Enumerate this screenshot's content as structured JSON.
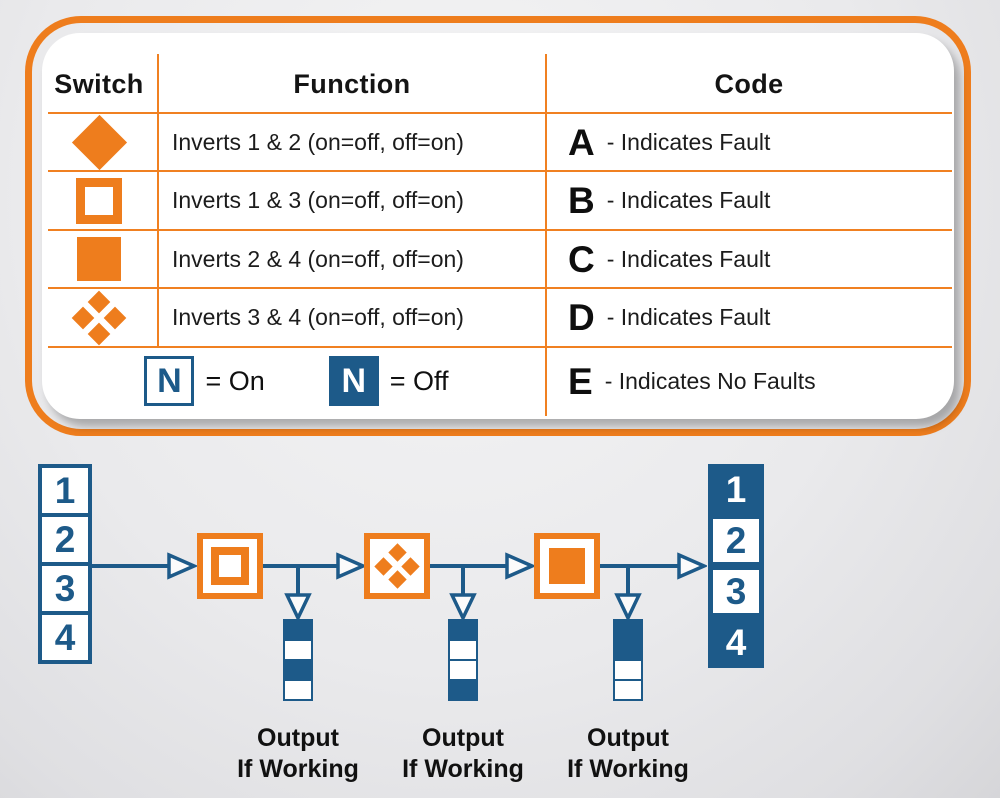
{
  "colors": {
    "orange": "#EE7D1D",
    "table_line": "#F08021",
    "blue": "#1D5A89",
    "text": "#161616",
    "background": "#EAEAEC"
  },
  "legend_table": {
    "headers": [
      "Switch",
      "Function",
      "Code"
    ],
    "rows": [
      {
        "switch_icon": "diamond-icon",
        "function": "Inverts 1 & 2 (on=off, off=on)",
        "code_letter": "A",
        "code_text": "- Indicates Fault"
      },
      {
        "switch_icon": "hollow-square-icon",
        "function": "Inverts 1 & 3 (on=off, off=on)",
        "code_letter": "B",
        "code_text": "- Indicates Fault"
      },
      {
        "switch_icon": "filled-square-icon",
        "function": "Inverts 2 & 4 (on=off, off=on)",
        "code_letter": "C",
        "code_text": "- Indicates Fault"
      },
      {
        "switch_icon": "quad-diamond-icon",
        "function": "Inverts 3 & 4 (on=off, off=on)",
        "code_letter": "D",
        "code_text": "- Indicates Fault"
      }
    ],
    "state_legend": {
      "on_symbol": "N",
      "on_label": "= On",
      "off_symbol": "N",
      "off_label": "= Off"
    },
    "no_fault": {
      "code_letter": "E",
      "code_text": "- Indicates No Faults"
    }
  },
  "flow": {
    "input_column": [
      "1",
      "2",
      "3",
      "4"
    ],
    "switches": [
      "hollow-square",
      "quad-diamond",
      "filled-square"
    ],
    "outputs": [
      {
        "label_line1": "Output",
        "label_line2": "If Working",
        "cells": [
          "off",
          "on",
          "off",
          "on"
        ]
      },
      {
        "label_line1": "Output",
        "label_line2": "If Working",
        "cells": [
          "off",
          "on",
          "on",
          "off"
        ]
      },
      {
        "label_line1": "Output",
        "label_line2": "If Working",
        "cells": [
          "off",
          "off",
          "on",
          "on"
        ]
      }
    ],
    "output_column": [
      {
        "label": "1",
        "state": "off"
      },
      {
        "label": "2",
        "state": "on"
      },
      {
        "label": "3",
        "state": "on"
      },
      {
        "label": "4",
        "state": "off"
      }
    ]
  }
}
